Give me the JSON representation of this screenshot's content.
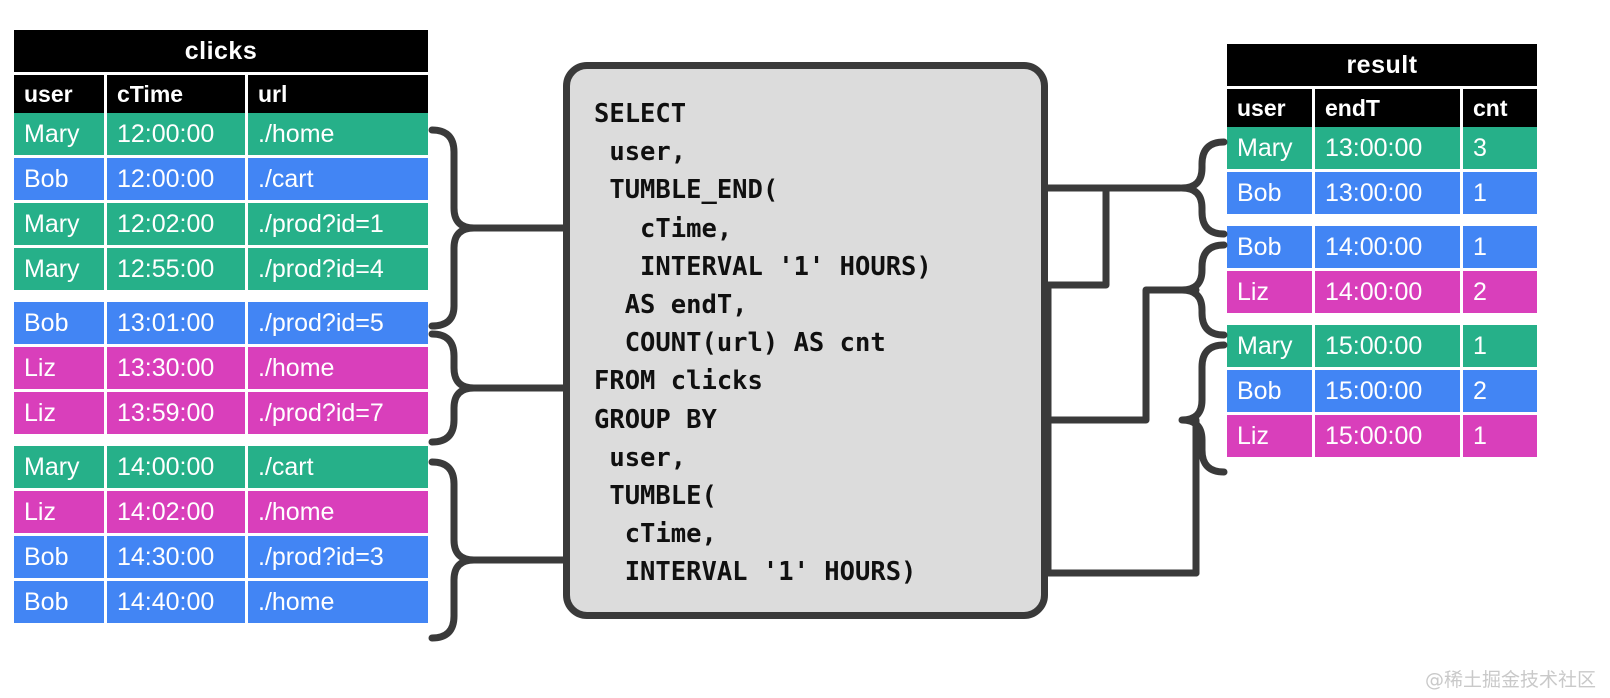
{
  "watermark": "@稀土掘金技术社区",
  "colors": {
    "green": "#26B089",
    "blue": "#4285F4",
    "pink": "#D93FBB",
    "header_bg": "#000000",
    "box_bg": "#DCDCDC",
    "box_border": "#3A3A3A",
    "connector": "#3A3A3A"
  },
  "clicks_table": {
    "title": "clicks",
    "columns": [
      "user",
      "cTime",
      "url"
    ],
    "groups": [
      {
        "rows": [
          {
            "user": "Mary",
            "cTime": "12:00:00",
            "url": "./home",
            "color": "green"
          },
          {
            "user": "Bob",
            "cTime": "12:00:00",
            "url": "./cart",
            "color": "blue"
          },
          {
            "user": "Mary",
            "cTime": "12:02:00",
            "url": "./prod?id=1",
            "color": "green"
          },
          {
            "user": "Mary",
            "cTime": "12:55:00",
            "url": "./prod?id=4",
            "color": "green"
          }
        ]
      },
      {
        "rows": [
          {
            "user": "Bob",
            "cTime": "13:01:00",
            "url": "./prod?id=5",
            "color": "blue"
          },
          {
            "user": "Liz",
            "cTime": "13:30:00",
            "url": "./home",
            "color": "pink"
          },
          {
            "user": "Liz",
            "cTime": "13:59:00",
            "url": "./prod?id=7",
            "color": "pink"
          }
        ]
      },
      {
        "rows": [
          {
            "user": "Mary",
            "cTime": "14:00:00",
            "url": "./cart",
            "color": "green"
          },
          {
            "user": "Liz",
            "cTime": "14:02:00",
            "url": "./home",
            "color": "pink"
          },
          {
            "user": "Bob",
            "cTime": "14:30:00",
            "url": "./prod?id=3",
            "color": "blue"
          },
          {
            "user": "Bob",
            "cTime": "14:40:00",
            "url": "./home",
            "color": "blue"
          }
        ]
      }
    ]
  },
  "query": {
    "sql": "SELECT\n user,\n TUMBLE_END(\n   cTime,\n   INTERVAL '1' HOURS)\n  AS endT,\n  COUNT(url) AS cnt\nFROM clicks\nGROUP BY\n user,\n TUMBLE(\n  cTime,\n  INTERVAL '1' HOURS)"
  },
  "result_table": {
    "title": "result",
    "columns": [
      "user",
      "endT",
      "cnt"
    ],
    "groups": [
      {
        "rows": [
          {
            "user": "Mary",
            "endT": "13:00:00",
            "cnt": "3",
            "color": "green"
          },
          {
            "user": "Bob",
            "endT": "13:00:00",
            "cnt": "1",
            "color": "blue"
          }
        ]
      },
      {
        "rows": [
          {
            "user": "Bob",
            "endT": "14:00:00",
            "cnt": "1",
            "color": "blue"
          },
          {
            "user": "Liz",
            "endT": "14:00:00",
            "cnt": "2",
            "color": "pink"
          }
        ]
      },
      {
        "rows": [
          {
            "user": "Mary",
            "endT": "15:00:00",
            "cnt": "1",
            "color": "green"
          },
          {
            "user": "Bob",
            "endT": "15:00:00",
            "cnt": "2",
            "color": "blue"
          },
          {
            "user": "Liz",
            "endT": "15:00:00",
            "cnt": "1",
            "color": "pink"
          }
        ]
      }
    ]
  }
}
